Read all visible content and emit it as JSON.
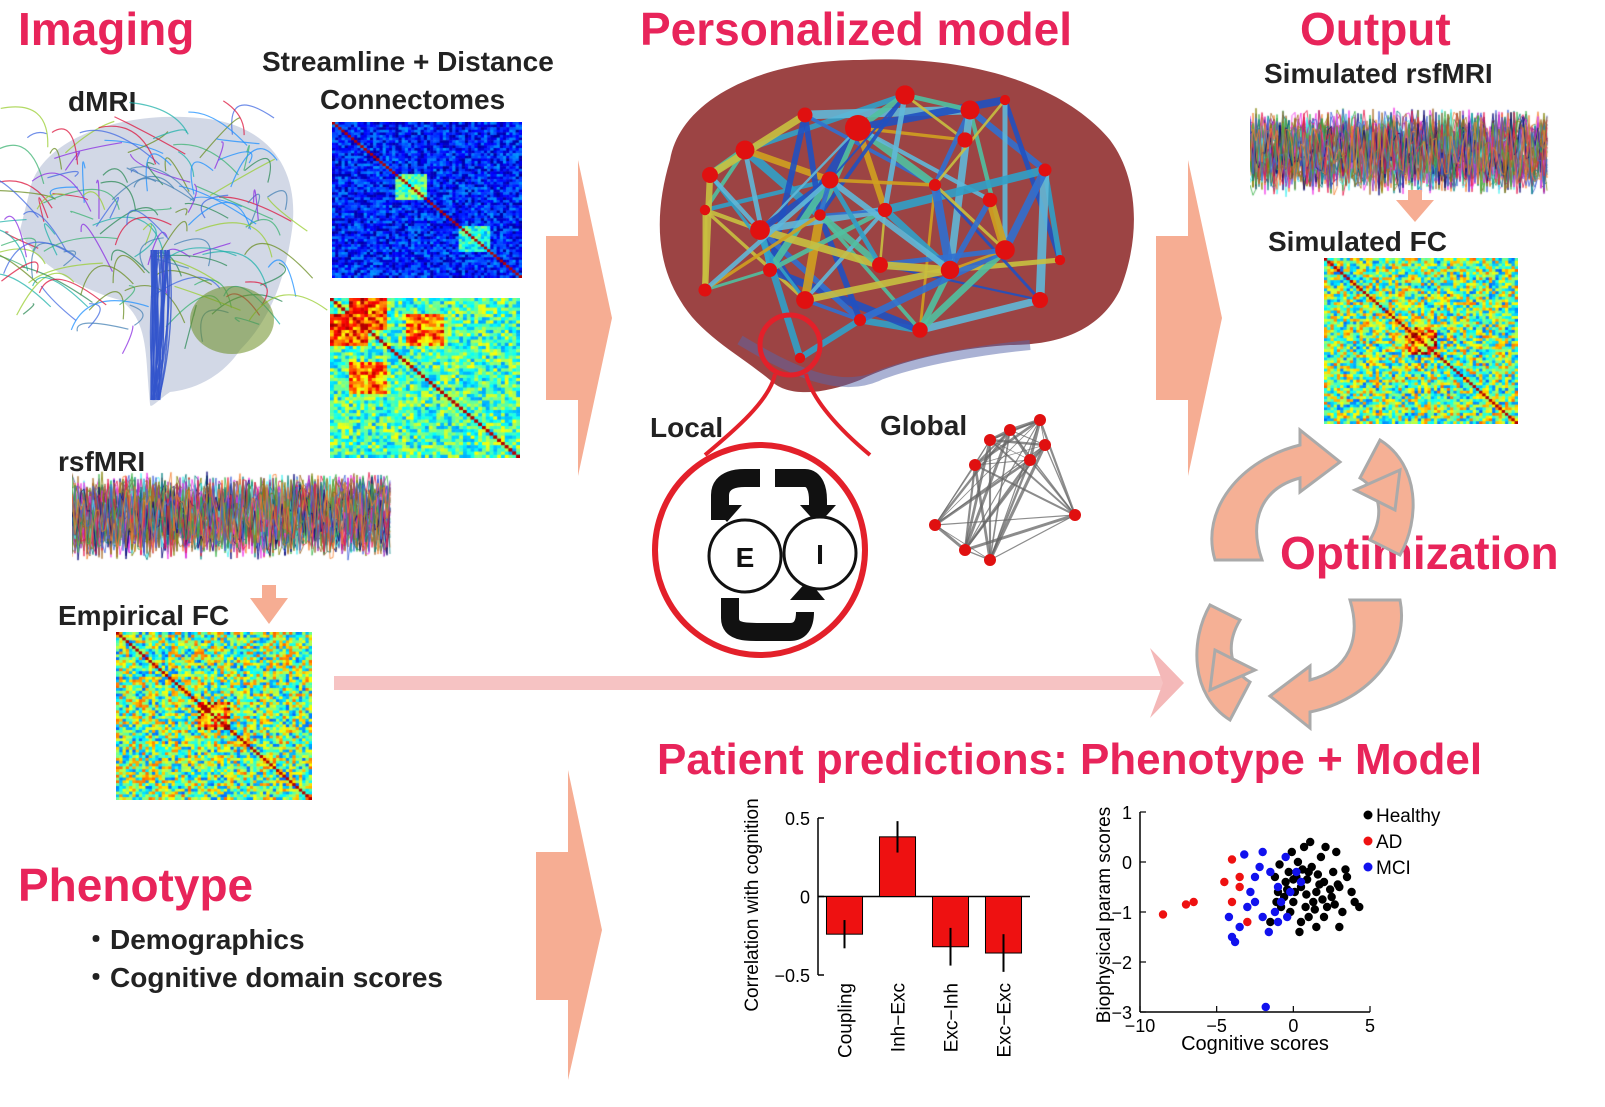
{
  "sections": {
    "imaging": "Imaging",
    "personalized_model": "Personalized model",
    "output": "Output",
    "optimization": "Optimization",
    "patient_predictions": "Patient predictions: Phenotype + Model",
    "phenotype": "Phenotype"
  },
  "labels": {
    "dmri": "dMRI",
    "connectomes_line1": "Streamline + Distance",
    "connectomes_line2": "Connectomes",
    "rsfmri": "rsfMRI",
    "empirical_fc": "Empirical FC",
    "simulated_rsfmri": "Simulated rsfMRI",
    "simulated_fc": "Simulated FC",
    "local": "Local",
    "global": "Global",
    "node_e": "E",
    "node_i": "I"
  },
  "phenotype_items": [
    "Demographics",
    "Cognitive domain scores"
  ],
  "bullet": "・",
  "colors": {
    "accent": "#e8245a",
    "arrow": "#f6ad93",
    "node": "#e01010"
  },
  "chart_data": [
    {
      "type": "bar",
      "title": "",
      "xlabel": "",
      "ylabel": "Correlation with cognition",
      "categories": [
        "Coupling",
        "Inh−Exc",
        "Exc−Inh",
        "Exc−Exc"
      ],
      "values": [
        -0.24,
        0.38,
        -0.32,
        -0.36
      ],
      "errors": [
        0.09,
        0.1,
        0.12,
        0.12
      ],
      "ylim": [
        -0.5,
        0.5
      ],
      "yticks": [
        "0.5",
        "0",
        "−0.5"
      ],
      "color": "#ee1111"
    },
    {
      "type": "scatter",
      "title": "",
      "xlabel": "Cognitive scores",
      "ylabel": "Biophysical param scores",
      "xlim": [
        -10,
        5
      ],
      "ylim": [
        -3,
        1
      ],
      "xticks": [
        "−10",
        "−5",
        "0",
        "5"
      ],
      "yticks": [
        "1",
        "0",
        "−1",
        "−2",
        "−3"
      ],
      "legend_position": "top-right",
      "series": [
        {
          "name": "Healthy",
          "color": "#000000",
          "points": [
            [
              0.2,
              -0.3
            ],
            [
              0.5,
              -0.5
            ],
            [
              1,
              -0.2
            ],
            [
              1.5,
              -0.6
            ],
            [
              2,
              -0.4
            ],
            [
              0,
              -0.8
            ],
            [
              -0.5,
              -0.4
            ],
            [
              -1,
              -0.6
            ],
            [
              0.8,
              -0.9
            ],
            [
              1.2,
              -0.1
            ],
            [
              2.5,
              -0.7
            ],
            [
              3,
              -0.5
            ],
            [
              1.8,
              0.1
            ],
            [
              0.3,
              0
            ],
            [
              -0.3,
              -0.2
            ],
            [
              2.2,
              -0.9
            ],
            [
              1,
              -1.1
            ],
            [
              0.5,
              -1.2
            ],
            [
              -0.8,
              -0.9
            ],
            [
              3.5,
              -0.3
            ],
            [
              4,
              -0.8
            ],
            [
              2.8,
              0.2
            ],
            [
              1.5,
              -1.3
            ],
            [
              0.7,
              0.3
            ],
            [
              -1.2,
              -0.3
            ],
            [
              -0.2,
              -1
            ],
            [
              2,
              -1.1
            ],
            [
              3.2,
              -1
            ],
            [
              1.3,
              -0.8
            ],
            [
              0.1,
              -0.6
            ],
            [
              -0.6,
              -0.7
            ],
            [
              2.6,
              -0.2
            ],
            [
              1.7,
              -0.45
            ],
            [
              0.9,
              -0.35
            ],
            [
              -0.4,
              -0.55
            ],
            [
              3.8,
              -0.6
            ],
            [
              4.3,
              -0.9
            ],
            [
              2.4,
              -0.55
            ],
            [
              1.1,
              0.4
            ],
            [
              0.4,
              -1.4
            ],
            [
              -1.5,
              -1.2
            ],
            [
              3,
              -1.3
            ],
            [
              2.1,
              0.3
            ],
            [
              1.9,
              -0.75
            ],
            [
              0.6,
              -0.15
            ],
            [
              -0.9,
              -0.05
            ],
            [
              2.7,
              -0.85
            ],
            [
              3.4,
              -0.15
            ],
            [
              1.4,
              -0.95
            ],
            [
              0,
              -0.35
            ],
            [
              -0.1,
              0.2
            ],
            [
              1.6,
              -0.25
            ],
            [
              2.9,
              -0.45
            ],
            [
              0.85,
              -0.65
            ],
            [
              -1.1,
              -0.8
            ]
          ]
        },
        {
          "name": "AD",
          "color": "#ee1111",
          "points": [
            [
              -8.5,
              -1.05
            ],
            [
              -7,
              -0.85
            ],
            [
              -6.5,
              -0.8
            ],
            [
              -4,
              0.05
            ],
            [
              -4.5,
              -0.4
            ],
            [
              -3.5,
              -0.3
            ],
            [
              -3,
              -1.2
            ],
            [
              -4,
              -0.8
            ],
            [
              -3.5,
              -0.5
            ]
          ]
        },
        {
          "name": "MCI",
          "color": "#1111ee",
          "points": [
            [
              -2,
              0.2
            ],
            [
              -1.5,
              -0.2
            ],
            [
              -1,
              -0.5
            ],
            [
              -0.5,
              0.1
            ],
            [
              -2.5,
              -0.8
            ],
            [
              -3,
              -0.9
            ],
            [
              -4,
              -1.5
            ],
            [
              -3.5,
              -1.3
            ],
            [
              -2,
              -1.1
            ],
            [
              -1,
              -1.2
            ],
            [
              -1.8,
              -2.9
            ],
            [
              -2.5,
              -0.3
            ],
            [
              -0.8,
              -0.8
            ],
            [
              -0.2,
              -0.6
            ],
            [
              0.5,
              -0.4
            ],
            [
              -1.2,
              -1
            ],
            [
              -2.8,
              -0.6
            ],
            [
              -4.2,
              -1.1
            ],
            [
              -3.8,
              -1.6
            ],
            [
              -1.6,
              -1.4
            ],
            [
              0.2,
              -0.2
            ],
            [
              -0.4,
              -1.1
            ],
            [
              -2.2,
              -0.1
            ],
            [
              -3.2,
              0.15
            ]
          ]
        }
      ]
    }
  ]
}
